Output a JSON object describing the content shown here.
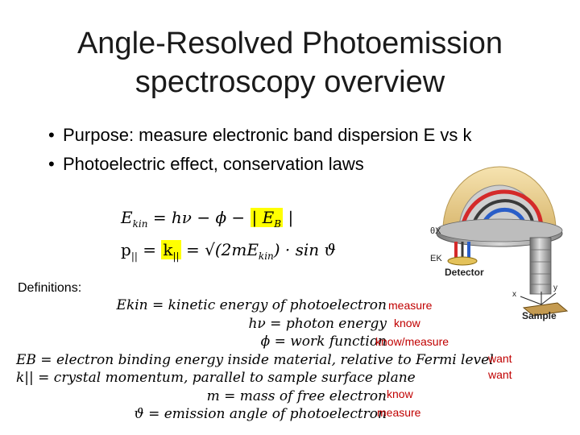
{
  "slide": {
    "title_line1": "Angle-Resolved Photoemission",
    "title_line2": "spectroscopy overview",
    "bullets": [
      "Purpose: measure electronic band dispersion E vs k",
      "Photoelectric effect, conservation laws"
    ]
  },
  "equations": {
    "ekin": {
      "lhs": "E",
      "lhs_sub": "kin",
      "rhs_main": "= hν − ϕ −",
      "abs_open": "|",
      "eb": "E",
      "eb_sub": "B",
      "abs_close": "|"
    },
    "momentum": {
      "p_label": "p",
      "p_sub": "||",
      "eq_mid": "= ",
      "k_label": "k",
      "k_sub": "||",
      "rhs": "= √(2mE",
      "rhs_sub": "kin",
      "rhs_tail": ") · sin ϑ"
    }
  },
  "definitions": {
    "label": "Definitions:",
    "rows": [
      "Ekin = kinetic energy of photoelectron",
      "hν = photon energy",
      "ϕ = work function",
      "EB = electron binding energy inside material, relative to Fermi level",
      "k|| = crystal momentum, parallel to sample surface plane",
      "m = mass of free electron",
      "ϑ = emission angle of photoelectron"
    ]
  },
  "notes": {
    "measure_1": "measure",
    "know_1": "know",
    "know_measure": "know/measure",
    "want_1": "want",
    "want_2": "want",
    "know_2": "know",
    "measure_2": "measure"
  },
  "diagram": {
    "label_theta": "θX",
    "label_ek": "EK",
    "label_detector": "Detector",
    "label_sample": "Sample",
    "label_x": "x",
    "label_y": "y"
  },
  "colors": {
    "highlight": "#ffff00",
    "note_red": "#c00000",
    "ray_red": "#d42a2a",
    "ray_blue": "#2a5ec8"
  }
}
